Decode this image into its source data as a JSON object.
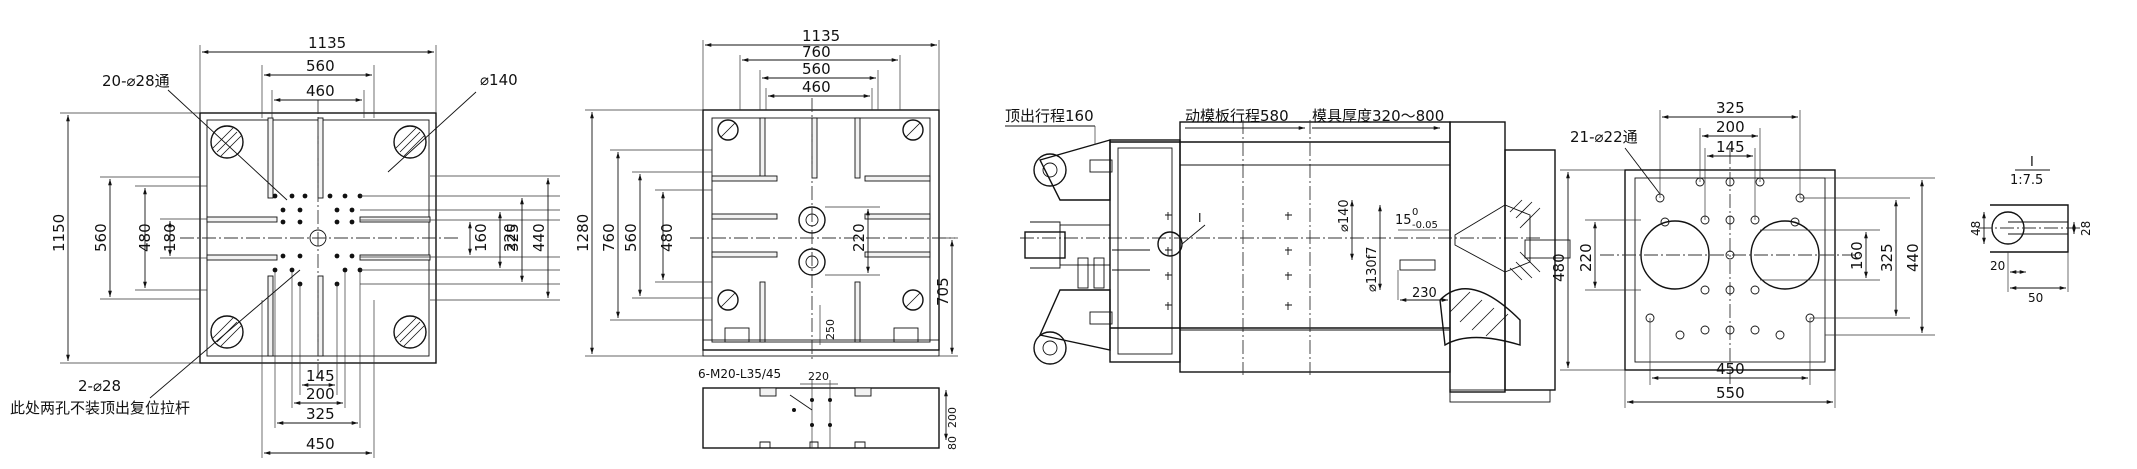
{
  "view1": {
    "dim_top_1135": "1135",
    "dim_560": "560",
    "dim_460": "460",
    "label_holes_top": "20-⌀28通",
    "label_dia140": "⌀140",
    "dim_left_1150": "1150",
    "dim_left_560": "560",
    "dim_left_480": "480",
    "dim_left_180": "180",
    "dim_r_160": "160",
    "dim_r_220": "220",
    "dim_r_325": "325",
    "dim_r_440": "440",
    "dim_b_145": "145",
    "dim_b_200": "200",
    "dim_b_325": "325",
    "dim_b_450": "450",
    "label_holes_bottom": "2-⌀28",
    "note_bottom": "此处两孔不装顶出复位拉杆"
  },
  "view2": {
    "dim_top_1135": "1135",
    "dim_760": "760",
    "dim_560": "560",
    "dim_460": "460",
    "dim_left_1280": "1280",
    "dim_left_760": "760",
    "dim_left_560": "560",
    "dim_left_480": "480",
    "dim_r_220": "220",
    "dim_r_705": "705",
    "dim_250": "250",
    "label_screws": "6-M20-L35/45",
    "dim_220": "220",
    "dim_200": "200",
    "dim_80": "80"
  },
  "view3": {
    "label_ejector": "顶出行程160",
    "label_platen": "动模板行程580",
    "label_mold": "模具厚度320～800",
    "label_I": "I",
    "dim_dia140": "⌀140",
    "dim_130f7": "⌀130f7",
    "dim_15": "15",
    "tol_upper": "0",
    "tol_lower": "-0.05",
    "dim_230": "230"
  },
  "view4": {
    "label_holes": "21-⌀22通",
    "dim_325": "325",
    "dim_200": "200",
    "dim_145": "145",
    "dim_left_480": "480",
    "dim_left_220": "220",
    "dim_r_160": "160",
    "dim_r_325": "325",
    "dim_r_440": "440",
    "dim_b_450": "450",
    "dim_b_550": "550"
  },
  "view5": {
    "label_I": "I",
    "label_scale": "1:7.5",
    "dim_48": "48",
    "dim_28": "28",
    "dim_20": "20",
    "dim_50": "50"
  }
}
